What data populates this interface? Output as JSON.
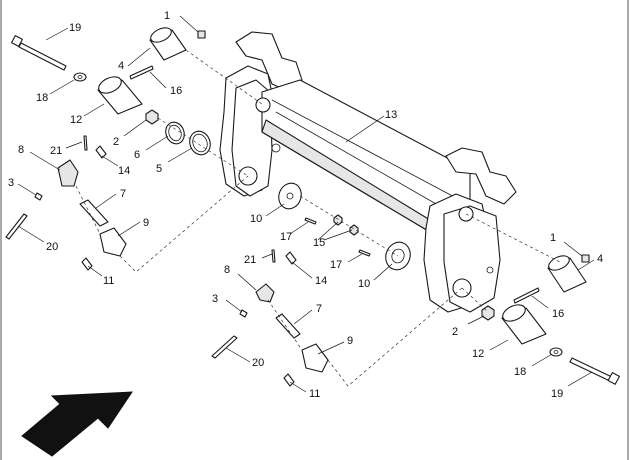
{
  "diagram": {
    "callouts": [
      {
        "id": "c1a",
        "label": "1"
      },
      {
        "id": "c2a",
        "label": "2"
      },
      {
        "id": "c3a",
        "label": "3"
      },
      {
        "id": "c4a",
        "label": "4"
      },
      {
        "id": "c5a",
        "label": "5"
      },
      {
        "id": "c6a",
        "label": "6"
      },
      {
        "id": "c7a",
        "label": "7"
      },
      {
        "id": "c8a",
        "label": "8"
      },
      {
        "id": "c9a",
        "label": "9"
      },
      {
        "id": "c10a",
        "label": "10"
      },
      {
        "id": "c11a",
        "label": "11"
      },
      {
        "id": "c12a",
        "label": "12"
      },
      {
        "id": "c13a",
        "label": "13"
      },
      {
        "id": "c14a",
        "label": "14"
      },
      {
        "id": "c15a",
        "label": "15"
      },
      {
        "id": "c16a",
        "label": "16"
      },
      {
        "id": "c17a",
        "label": "17"
      },
      {
        "id": "c18a",
        "label": "18"
      },
      {
        "id": "c19a",
        "label": "19"
      },
      {
        "id": "c20a",
        "label": "20"
      },
      {
        "id": "c21a",
        "label": "21"
      },
      {
        "id": "c1b",
        "label": "1"
      },
      {
        "id": "c2b",
        "label": "2"
      },
      {
        "id": "c3b",
        "label": "3"
      },
      {
        "id": "c4b",
        "label": "4"
      },
      {
        "id": "c7b",
        "label": "7"
      },
      {
        "id": "c8b",
        "label": "8"
      },
      {
        "id": "c9b",
        "label": "9"
      },
      {
        "id": "c10b",
        "label": "10"
      },
      {
        "id": "c11b",
        "label": "11"
      },
      {
        "id": "c12b",
        "label": "12"
      },
      {
        "id": "c14b",
        "label": "14"
      },
      {
        "id": "c16b",
        "label": "16"
      },
      {
        "id": "c17b",
        "label": "17"
      },
      {
        "id": "c18b",
        "label": "18"
      },
      {
        "id": "c19b",
        "label": "19"
      },
      {
        "id": "c20b",
        "label": "20"
      },
      {
        "id": "c21b",
        "label": "21"
      }
    ]
  }
}
